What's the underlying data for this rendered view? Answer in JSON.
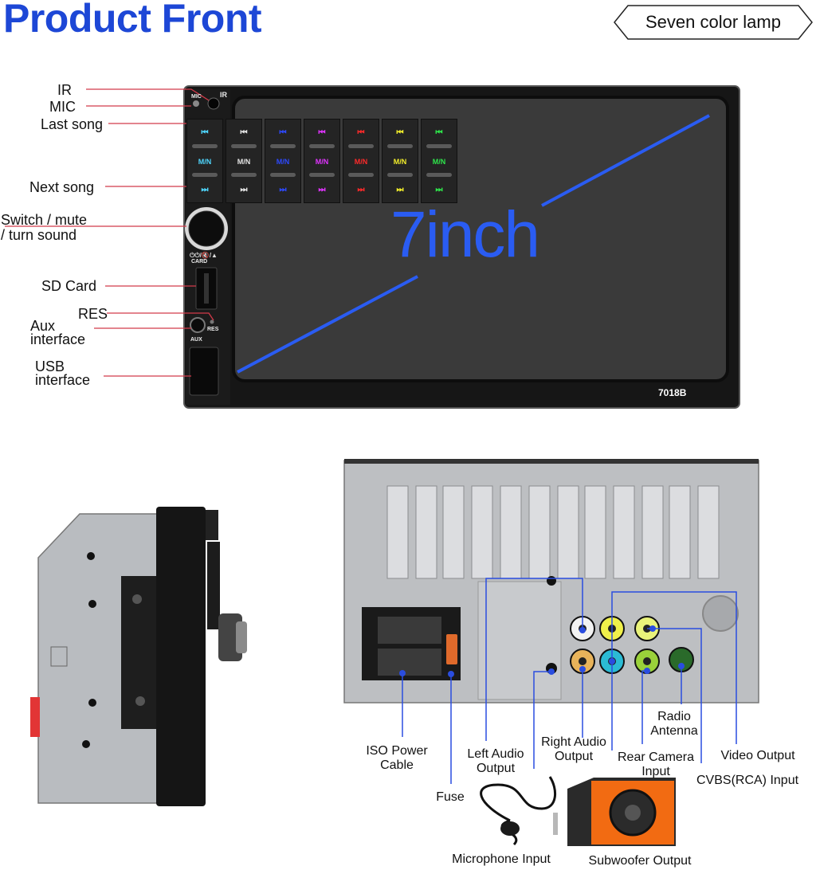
{
  "header": {
    "title": "Product Front",
    "badge": "Seven color lamp"
  },
  "front": {
    "screen_size": "7inch",
    "model": "7018B",
    "labels": {
      "ir": "IR",
      "mic": "MIC",
      "last_song": "Last song",
      "next_song": "Next song",
      "switch_line1": "Switch / mute",
      "switch_line2": "/ turn sound",
      "sd_card": "SD Card",
      "res": "RES",
      "aux_line1": "Aux",
      "aux_line2": "interface",
      "usb_line1": "USB",
      "usb_line2": "interface"
    },
    "panel_marks": {
      "mic": "MIC",
      "ir": "IR",
      "card": "CARD",
      "aux": "AUX",
      "res": "RES",
      "mode": "M/N"
    },
    "button_colors": [
      "#4fd7ff",
      "#e6e6e6",
      "#2d49ff",
      "#e034ff",
      "#ff2a2a",
      "#f3ef2b",
      "#2ee64b"
    ]
  },
  "rear": {
    "labels": {
      "iso_line1": "ISO Power",
      "iso_line2": "Cable",
      "fuse": "Fuse",
      "left_audio_line1": "Left Audio",
      "left_audio_line2": "Output",
      "right_audio_line1": "Right Audio",
      "right_audio_line2": "Output",
      "rear_camera_line1": "Rear Camera",
      "rear_camera_line2": "Input",
      "radio_line1": "Radio",
      "radio_line2": "Antenna",
      "video_output": "Video Output",
      "cvbs_input": "CVBS(RCA) Input",
      "microphone": "Microphone Input",
      "subwoofer": "Subwoofer Output"
    }
  },
  "colors": {
    "title_blue": "#1d47d6",
    "leader_red": "#d23a4a",
    "leader_blue": "#2a4de0",
    "screen_blue": "#2a5cf2"
  }
}
